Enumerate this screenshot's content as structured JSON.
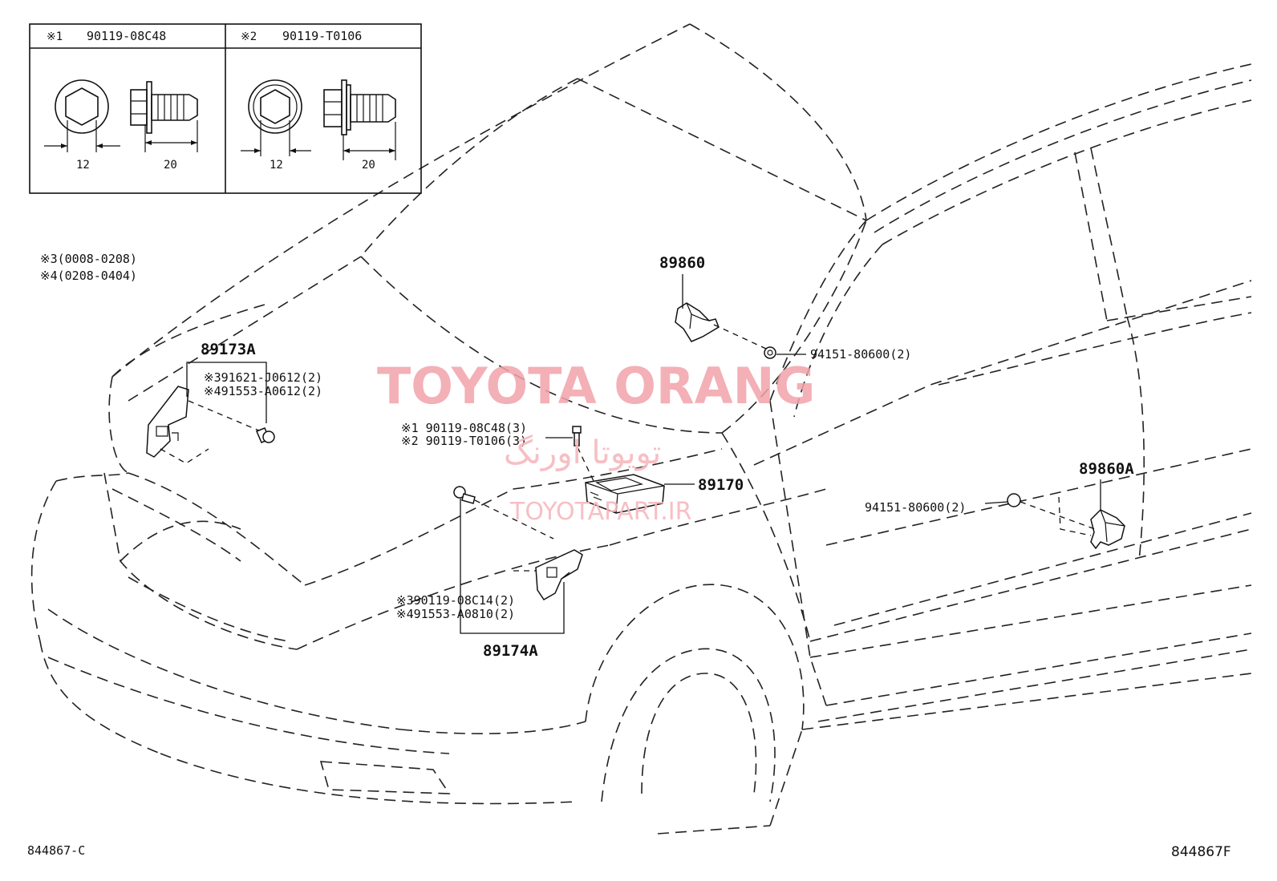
{
  "fastener_table": {
    "col1": {
      "mark": "※1",
      "part_no": "90119-08C48",
      "dim_width": "12",
      "dim_length": "20"
    },
    "col2": {
      "mark": "※2",
      "part_no": "90119-T0106",
      "dim_width": "12",
      "dim_length": "20"
    }
  },
  "notes": {
    "note3": "※3(0008-0208)",
    "note4": "※4(0208-0404)"
  },
  "callouts": {
    "p89173a": "89173A",
    "p89173a_bolt3": "※391621-J0612(2)",
    "p89173a_bolt4": "※491553-A0612(2)",
    "p89860": "89860",
    "p89860_nut": "94151-80600(2)",
    "p89170_bolt1": "※1 90119-08C48(3)",
    "p89170_bolt2": "※2 90119-T0106(3)",
    "p89170": "89170",
    "p89860a": "89860A",
    "p89860a_nut": "94151-80600(2)",
    "p89174a_bolt3": "※390119-08C14(2)",
    "p89174a_bolt4": "※491553-A0810(2)",
    "p89174a": "89174A"
  },
  "footer": {
    "left_code": "844867-C",
    "right_code": "844867F"
  },
  "watermark": {
    "main": "TOYOTA ORANG",
    "farsi": "تویوتا اورنگ",
    "url": "TOYOTAPART.IR"
  }
}
